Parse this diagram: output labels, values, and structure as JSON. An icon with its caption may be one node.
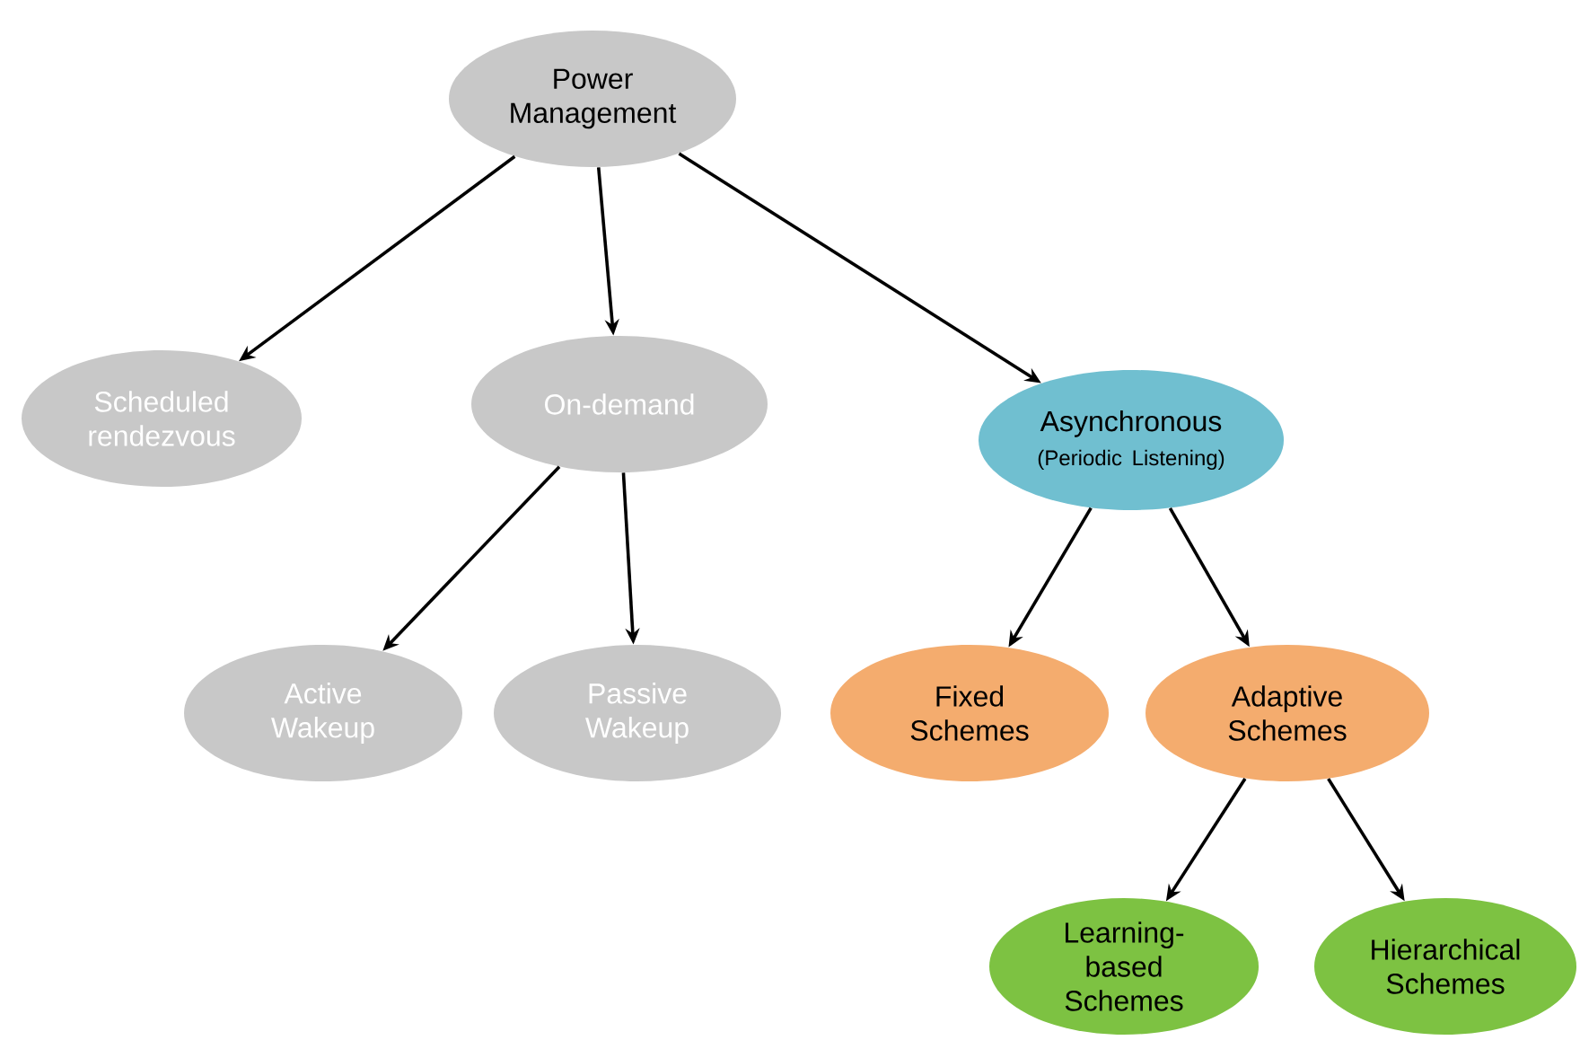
{
  "diagram": {
    "nodes": [
      {
        "text": [
          "Power Management"
        ]
      },
      {
        "text": [
          "Scheduled rendezvous"
        ]
      },
      {
        "text": [
          "On-demand"
        ]
      },
      {
        "text": [
          "Asynchronous",
          "(Periodic Listening)"
        ]
      },
      {
        "text": [
          "Active Wakeup"
        ]
      },
      {
        "text": [
          "Passive Wakeup"
        ]
      },
      {
        "text": [
          "Fixed Schemes"
        ]
      },
      {
        "text": [
          "Adaptive Schemes"
        ]
      },
      {
        "text": [
          "Learning-based Schemes"
        ]
      },
      {
        "text": [
          "Hierarchical Schemes"
        ]
      }
    ],
    "edges": [
      {
        "from": 0,
        "to": 1,
        "arrow": "to"
      },
      {
        "from": 0,
        "to": 2,
        "arrow": "to"
      },
      {
        "from": 0,
        "to": 3,
        "arrow": "to"
      },
      {
        "from": 2,
        "to": 4,
        "arrow": "to"
      },
      {
        "from": 2,
        "to": 5,
        "arrow": "to"
      },
      {
        "from": 3,
        "to": 6,
        "arrow": "to"
      },
      {
        "from": 3,
        "to": 7,
        "arrow": "to"
      },
      {
        "from": 7,
        "to": 8,
        "arrow": "to"
      },
      {
        "from": 7,
        "to": 9,
        "arrow": "to"
      }
    ]
  }
}
